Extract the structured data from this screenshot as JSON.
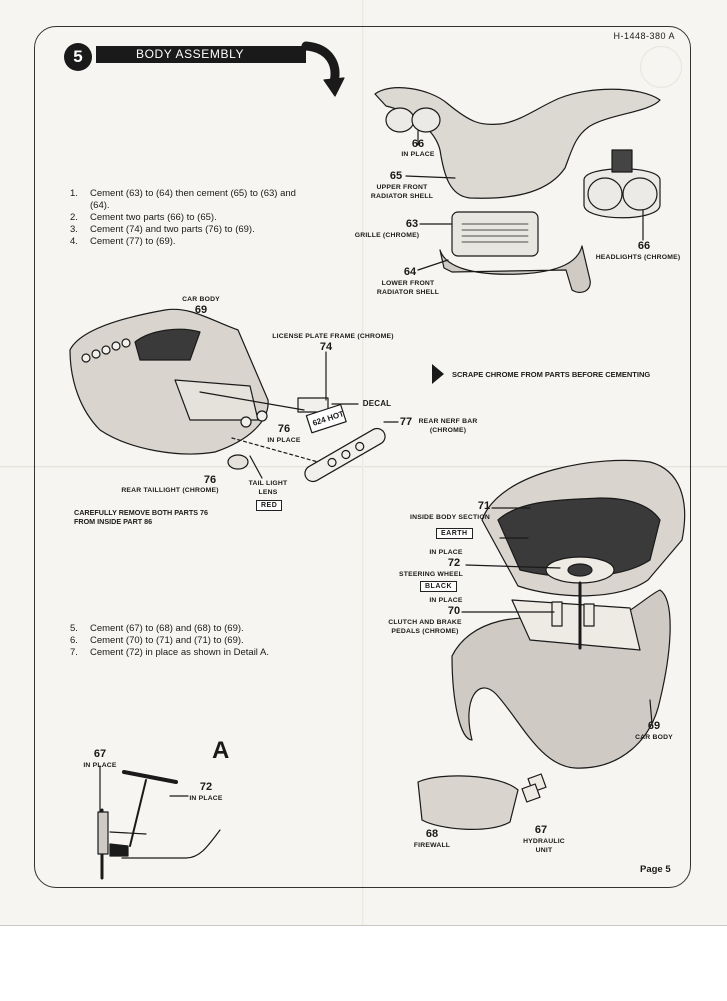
{
  "doc_id": "H-1448-380 A",
  "step": {
    "number": "5",
    "title": "BODY ASSEMBLY"
  },
  "instructions_a": [
    {
      "n": "1.",
      "text": "Cement (63) to (64) then cement (65) to (63) and (64)."
    },
    {
      "n": "2.",
      "text": "Cement two parts (66) to (65)."
    },
    {
      "n": "3.",
      "text": "Cement (74) and two parts (76) to (69)."
    },
    {
      "n": "4.",
      "text": "Cement (77) to (69)."
    }
  ],
  "instructions_b": [
    {
      "n": "5.",
      "text": "Cement (67) to (68) and (68) to (69)."
    },
    {
      "n": "6.",
      "text": "Cement (70) to (71) and (71) to (69)."
    },
    {
      "n": "7.",
      "text": "Cement (72) in place as shown in Detail A."
    }
  ],
  "parts": {
    "p66a": {
      "num": "66",
      "label": "IN PLACE"
    },
    "p65": {
      "num": "65",
      "label": "UPPER FRONT RADIATOR SHELL"
    },
    "p63": {
      "num": "63",
      "label": "GRILLE (CHROME)"
    },
    "p64": {
      "num": "64",
      "label": "LOWER FRONT RADIATOR SHELL"
    },
    "p66b": {
      "num": "66",
      "label": "HEADLIGHTS (CHROME)"
    },
    "p69a": {
      "num": "69",
      "label": "CAR BODY"
    },
    "p74": {
      "num": "74",
      "label": "LICENSE PLATE FRAME (CHROME)"
    },
    "decal": {
      "label": "DECAL"
    },
    "p76a": {
      "num": "76",
      "label": "IN PLACE"
    },
    "p77": {
      "num": "77",
      "label": "REAR NERF BAR (CHROME)"
    },
    "p76b": {
      "num": "76",
      "label": "REAR TAILLIGHT (CHROME)"
    },
    "lens": {
      "label": "TAIL LIGHT LENS"
    },
    "p71": {
      "num": "71",
      "label": "INSIDE BODY SECTION"
    },
    "p72": {
      "num": "72",
      "pre": "IN PLACE",
      "label": "STEERING WHEEL"
    },
    "p70": {
      "num": "70",
      "pre": "IN PLACE",
      "label": "CLUTCH AND BRAKE PEDALS (CHROME)"
    },
    "p69b": {
      "num": "69",
      "label": "CAR BODY"
    },
    "p68": {
      "num": "68",
      "label": "FIREWALL"
    },
    "p67": {
      "num": "67",
      "label": "HYDRAULIC UNIT"
    },
    "detail67": {
      "num": "67",
      "label": "IN PLACE"
    },
    "detail72": {
      "num": "72",
      "label": "IN PLACE"
    }
  },
  "plate_text": "624 HOT",
  "color_tags": {
    "red": "RED",
    "earth": "EARTH",
    "black": "BLACK"
  },
  "warning": [
    "CAREFULLY REMOVE BOTH PARTS 76",
    "FROM INSIDE PART 86"
  ],
  "scrape_note": "SCRAPE CHROME FROM PARTS BEFORE CEMENTING",
  "detail_letter": "A",
  "page_label": "Page 5"
}
